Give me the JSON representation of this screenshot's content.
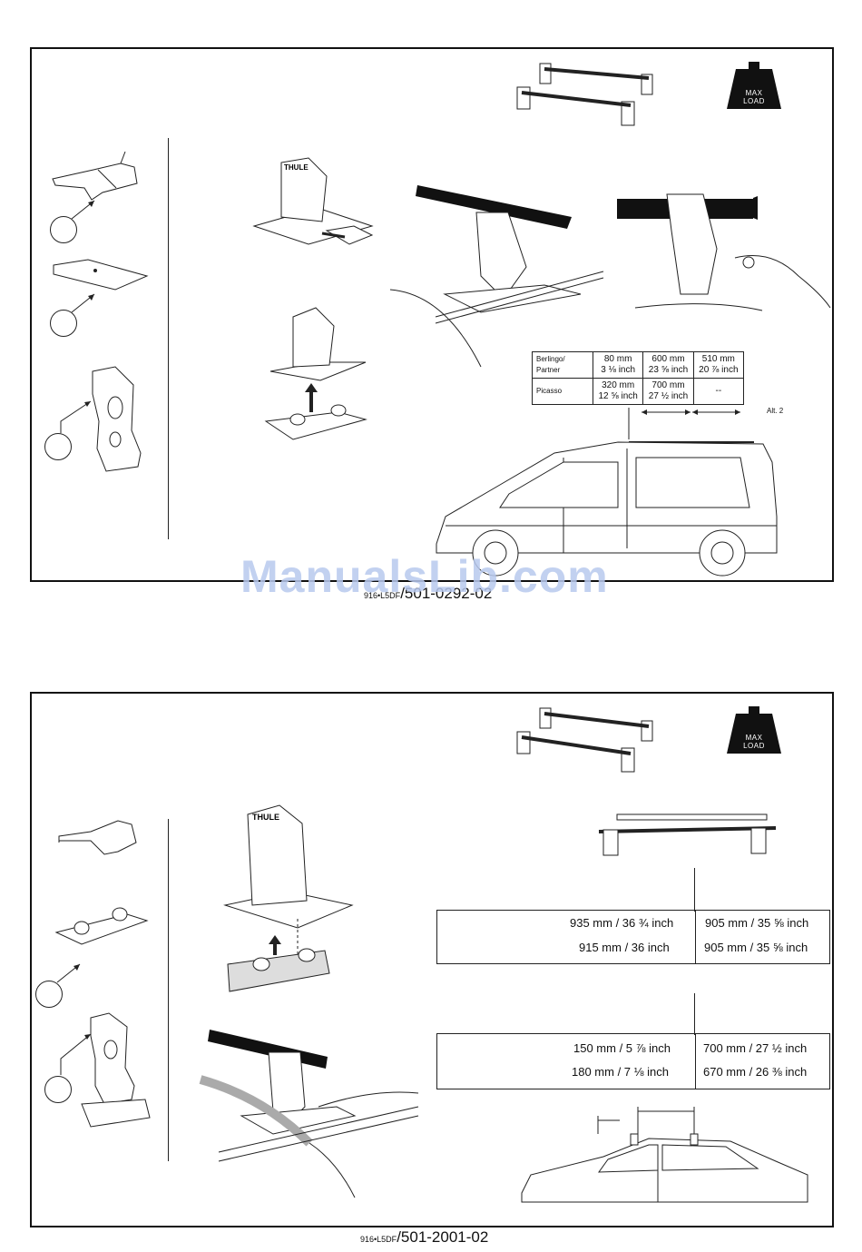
{
  "page1": {
    "max_load": [
      "MAX",
      "LOAD"
    ],
    "table": {
      "rows": [
        {
          "label": "Berlingo/\nPartner",
          "c1": "80 mm\n3 ⅛ inch",
          "c2": "600 mm\n23 ⅝ inch",
          "c3": "510 mm\n20 ⅞ inch"
        },
        {
          "label": "Picasso",
          "c1": "320 mm\n12 ⅝ inch",
          "c2": "700 mm\n27 ½ inch",
          "c3": "--"
        }
      ]
    },
    "alt_label": "Alt. 2",
    "footer_prefix": "916•L5DF",
    "footer_code": "/501-0292-02",
    "brand": "THULE"
  },
  "watermark": "ManualsLib.com",
  "page2": {
    "max_load": [
      "MAX",
      "LOAD"
    ],
    "table_top": {
      "row1": [
        "935 mm / 36 ¾ inch",
        "905 mm / 35 ⅝ inch"
      ],
      "row2": [
        "915 mm / 36 inch",
        "905 mm / 35 ⅝ inch"
      ]
    },
    "table_bottom": {
      "row1": [
        "150 mm / 5 ⅞ inch",
        "700 mm / 27 ½ inch"
      ],
      "row2": [
        "180 mm / 7 ⅛ inch",
        "670 mm / 26 ⅜ inch"
      ]
    },
    "footer_prefix": "916•L5DF",
    "footer_code": "/501-2001-02",
    "brand": "THULE"
  }
}
